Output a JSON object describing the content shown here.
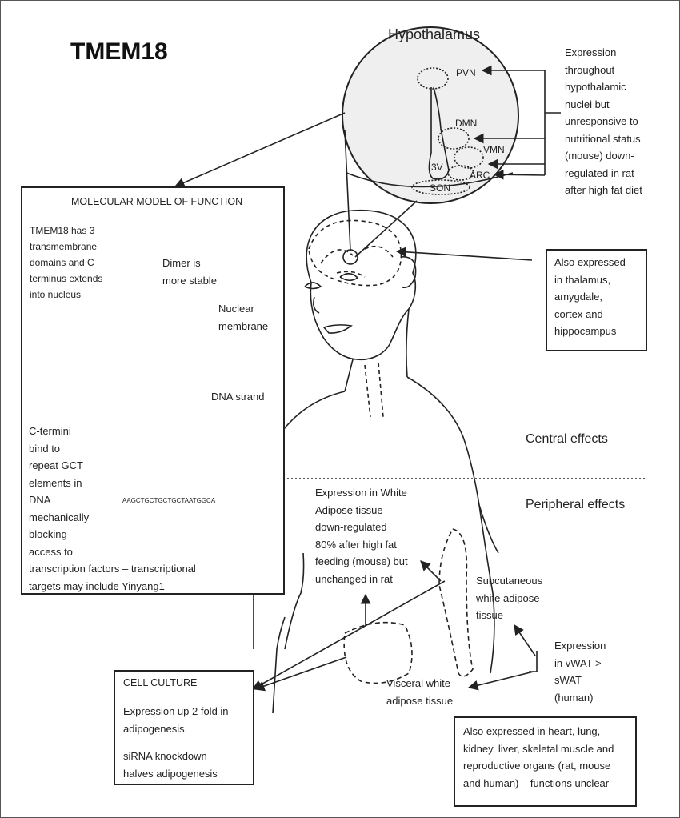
{
  "title": "TMEM18",
  "hypothalamus": {
    "label": "Hypothalamus",
    "nuclei": {
      "pvn": "PVN",
      "dmn": "DMN",
      "vmn": "VMN",
      "arc": "ARC",
      "v3": "3V",
      "son": "SON"
    },
    "note": "Expression\nthroughout\nhypothalamic\nnuclei  but\nunresponsive to\nnutritional status\n(mouse) down-\nregulated in rat\nafter high fat diet"
  },
  "molecular": {
    "heading": "MOLECULAR MODEL OF FUNCTION",
    "tm_text": "TMEM18 has 3\ntransmembrane\ndomains and C\nterminus extends\ninto nucleus",
    "dimer_text": "Dimer is\nmore stable",
    "nuclear_membrane": "Nuclear\nmembrane",
    "dna_strand": "DNA strand",
    "c_termini_text": "C-termini\nbind to\nrepeat GCT\nelements in\nDNA\nmechanically\nblocking\naccess to\ntranscription factors – transcriptional\ntargets may include Yinyang1",
    "sequence": "AAGCTGCTGCTGCTAATGGCA"
  },
  "brain_note": "Also expressed\nin thalamus,\namygdale,\ncortex and\nhippocampus",
  "central_effects": "Central effects",
  "peripheral_effects": "Peripheral effects",
  "wat_note": "Expression in White\nAdipose tissue\ndown-regulated\n80% after high fat\nfeeding (mouse) but\nunchanged in rat",
  "subcutaneous": "Subcutaneous\nwhite adipose\ntissue",
  "visceral": "Visceral white\nadipose tissue",
  "vwat_note": "Expression\nin vWAT >\nsWAT\n(human)",
  "cell_culture": {
    "heading": "CELL CULTURE",
    "line1": "Expression up 2 fold in\nadipogenesis.",
    "line2": "siRNA knockdown\nhalves adipogenesis"
  },
  "other_tissues": "Also expressed in heart, lung,\nkidney, liver, skeletal muscle and\nreproductive organs (rat, mouse\nand human) – functions unclear"
}
